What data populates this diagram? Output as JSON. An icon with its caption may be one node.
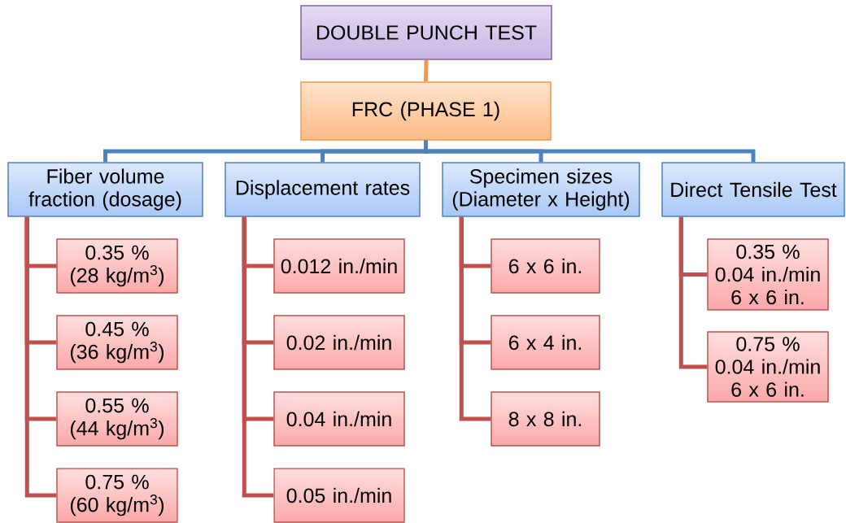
{
  "diagram": {
    "nodes": [
      {
        "text": [
          "DOUBLE PUNCH TEST"
        ]
      },
      {
        "text": [
          "FRC (PHASE 1)"
        ]
      },
      {
        "text": [
          "Fiber volume fraction (dosage)"
        ]
      },
      {
        "text": [
          "Displacement rates"
        ]
      },
      {
        "text": [
          "Specimen sizes (Diameter x Height)"
        ]
      },
      {
        "text": [
          "Direct Tensile Test"
        ]
      },
      {
        "text": [
          "0.35 % (28 kg/m$^{3}$)"
        ]
      },
      {
        "text": [
          "0.45 % (36 kg/m$^{3}$)"
        ]
      },
      {
        "text": [
          "0.55 % (44 kg/m$^{3}$)"
        ]
      },
      {
        "text": [
          "0.75 % (60 kg/m$^{3}$)"
        ]
      },
      {
        "text": [
          "0.012 in./min"
        ]
      },
      {
        "text": [
          "0.02 in./min"
        ]
      },
      {
        "text": [
          "0.04 in./min"
        ]
      },
      {
        "text": [
          "0.05 in./min"
        ]
      },
      {
        "text": [
          "6 x 6 in."
        ]
      },
      {
        "text": [
          "6 x 4 in."
        ]
      },
      {
        "text": [
          "8 x 8 in."
        ]
      },
      {
        "text": [
          "0.35 %",
          "0.04 in./min",
          "6 x 6 in."
        ]
      },
      {
        "text": [
          "0.75 %",
          "0.04 in./min",
          "6 x 6 in."
        ]
      }
    ],
    "edges": [
      {
        "from": 0,
        "to": 1,
        "arrow": "none",
        "color": "#f79646"
      },
      {
        "from": 1,
        "to": 2,
        "arrow": "none",
        "color": "#4f81bd"
      },
      {
        "from": 1,
        "to": 3,
        "arrow": "none",
        "color": "#4f81bd"
      },
      {
        "from": 1,
        "to": 4,
        "arrow": "none",
        "color": "#4f81bd"
      },
      {
        "from": 1,
        "to": 5,
        "arrow": "none",
        "color": "#4f81bd"
      },
      {
        "from": 2,
        "to": 6,
        "arrow": "none"
      },
      {
        "from": 2,
        "to": 7,
        "arrow": "none"
      },
      {
        "from": 2,
        "to": 8,
        "arrow": "none"
      },
      {
        "from": 2,
        "to": 9,
        "arrow": "none"
      },
      {
        "from": 3,
        "to": 10,
        "arrow": "none"
      },
      {
        "from": 3,
        "to": 11,
        "arrow": "none"
      },
      {
        "from": 3,
        "to": 12,
        "arrow": "none"
      },
      {
        "from": 3,
        "to": 13,
        "arrow": "none"
      },
      {
        "from": 4,
        "to": 14,
        "arrow": "none"
      },
      {
        "from": 4,
        "to": 15,
        "arrow": "none"
      },
      {
        "from": 4,
        "to": 16,
        "arrow": "none"
      },
      {
        "from": 5,
        "to": 17,
        "arrow": "none"
      },
      {
        "from": 5,
        "to": 18,
        "arrow": "none"
      }
    ]
  }
}
